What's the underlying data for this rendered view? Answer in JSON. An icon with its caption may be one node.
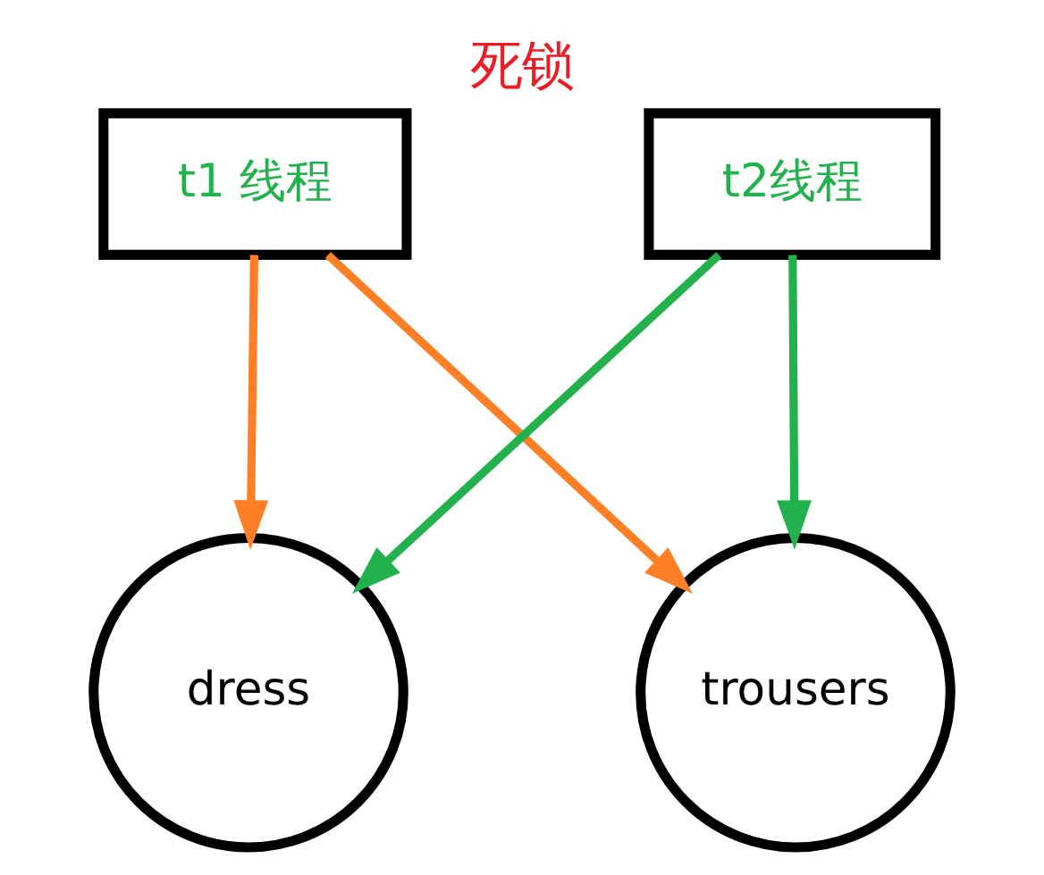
{
  "diagram": {
    "title": "死锁",
    "nodes": [
      {
        "text": [
          "t1 线程"
        ]
      },
      {
        "text": [
          "dress"
        ]
      },
      {
        "text": [
          "trousers"
        ]
      },
      {
        "text": [
          "t2线程"
        ]
      }
    ],
    "edges": [
      {
        "from": 0,
        "to": 1,
        "arrow": "to",
        "color": "#ff7f27"
      },
      {
        "from": 3,
        "to": 1,
        "arrow": "to",
        "color": "#22b14c"
      },
      {
        "from": 0,
        "to": 2,
        "arrow": "to",
        "color": "#ff7f27"
      },
      {
        "from": 3,
        "to": 2,
        "arrow": "to",
        "color": "#22b14c"
      }
    ]
  }
}
